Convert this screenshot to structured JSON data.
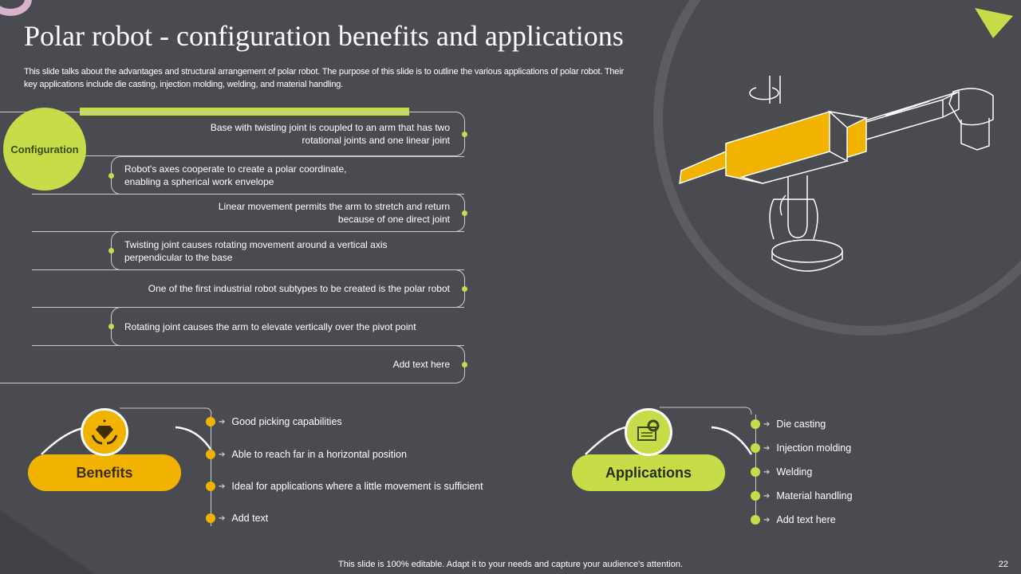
{
  "title": "Polar robot - configuration benefits and applications",
  "subtitle": "This slide talks about the advantages and structural arrangement of polar robot. The purpose of this slide is to outline the various applications of polar robot. Their key applications include die casting, injection molding, welding, and material handling.",
  "configuration": {
    "label": "Configuration",
    "items": [
      "Base with twisting joint is coupled to an arm that has two rotational joints and one linear joint",
      "Robot's axes cooperate to create a polar coordinate, enabling a spherical work envelope",
      "Linear movement  permits the arm to stretch and return because of one direct joint",
      "Twisting joint causes rotating movement  around a vertical axis perpendicular  to the base",
      "One of the first industrial robot subtypes to be created is the polar robot",
      "Rotating joint causes the arm to elevate vertically over the pivot point",
      "Add text here"
    ]
  },
  "benefits": {
    "label": "Benefits",
    "icon": "diamond-hands-icon",
    "items": [
      "Good picking capabilities",
      "Able to reach far in a horizontal position",
      "Ideal for applications where  a little movement  is sufficient",
      "Add text"
    ]
  },
  "applications": {
    "label": "Applications",
    "icon": "gear-window-icon",
    "items": [
      "Die casting",
      "Injection molding",
      "Welding",
      "Material handling",
      "Add text here"
    ]
  },
  "footer": "This slide is 100% editable. Adapt it to your needs and capture your audience's attention.",
  "page_number": "22",
  "colors": {
    "green": "#c8dc4a",
    "yellow": "#f2b300",
    "bg": "#4a4b50"
  }
}
